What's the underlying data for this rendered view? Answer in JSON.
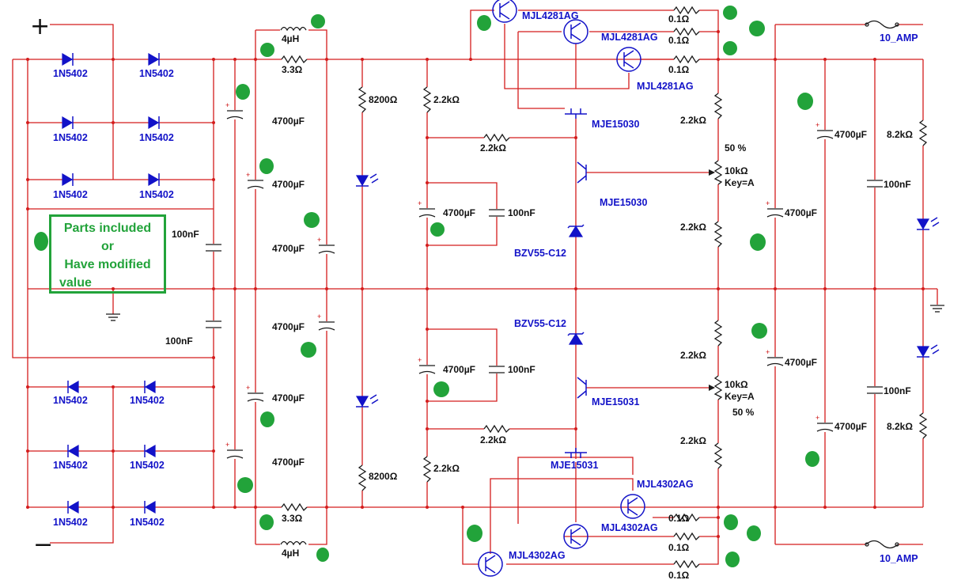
{
  "colors": {
    "wire": "#d41c1c",
    "component": "#1a1a1a",
    "semiconductor": "#1212c8",
    "marker": "#22a33a"
  },
  "symbols": {
    "plus": "+",
    "minus": "−",
    "polarity": "+"
  },
  "note": {
    "line1": "Parts included",
    "line2": "or",
    "line3": "Have modified",
    "line4": "value"
  },
  "diodes": {
    "d1": "1N5402",
    "d2": "1N5402",
    "d3": "1N5402",
    "d4": "1N5402",
    "d5": "1N5402",
    "d6": "1N5402",
    "d7": "1N5402",
    "d8": "1N5402",
    "d9": "1N5402",
    "d10": "1N5402",
    "d11": "1N5402",
    "d12": "1N5402"
  },
  "inductors": {
    "top": "4µH",
    "bottom": "4µH"
  },
  "resistors": {
    "r_in_top": "3.3Ω",
    "r_in_bot": "3.3Ω",
    "led_top": "8200Ω",
    "led_bot": "8200Ω",
    "r22a": "2.2kΩ",
    "r22b": "2.2kΩ",
    "r22c": "2.2kΩ",
    "r22d": "2.2kΩ",
    "r22e": "2.2kΩ",
    "r22f": "2.2kΩ",
    "r22g": "2.2kΩ",
    "r22h": "2.2kΩ",
    "re1": "0.1Ω",
    "re2": "0.1Ω",
    "re3": "0.1Ω",
    "re4": "0.1Ω",
    "re5": "0.1Ω",
    "re6": "0.1Ω",
    "out_top": "8.2kΩ",
    "out_bot": "8.2kΩ"
  },
  "capacitors": {
    "c1": "4700µF",
    "c2": "4700µF",
    "c3": "4700µF",
    "c4": "4700µF",
    "c5": "4700µF",
    "c6": "4700µF",
    "c7": "4700µF",
    "c8": "4700µF",
    "c9": "4700µF",
    "c10": "4700µF",
    "c11": "4700µF",
    "c12": "4700µF",
    "n1": "100nF",
    "n2": "100nF",
    "n3": "100nF",
    "n4": "100nF",
    "n5": "100nF",
    "n6": "100nF"
  },
  "pots": {
    "top_value": "10kΩ",
    "top_key": "Key=A",
    "top_pct": "50 %",
    "bot_value": "10kΩ",
    "bot_key": "Key=A",
    "bot_pct": "50 %"
  },
  "transistors": {
    "q1": "MJL4281AG",
    "q2": "MJL4281AG",
    "q3": "MJL4281AG",
    "d_top1": "MJE15030",
    "d_top2": "MJE15030",
    "d_bot1": "MJE15031",
    "d_bot2": "MJE15031",
    "q4": "MJL4302AG",
    "q5": "MJL4302AG",
    "q6": "MJL4302AG"
  },
  "zeners": {
    "z1": "BZV55-C12",
    "z2": "BZV55-C12"
  },
  "fuses": {
    "f1": "10_AMP",
    "f2": "10_AMP"
  }
}
